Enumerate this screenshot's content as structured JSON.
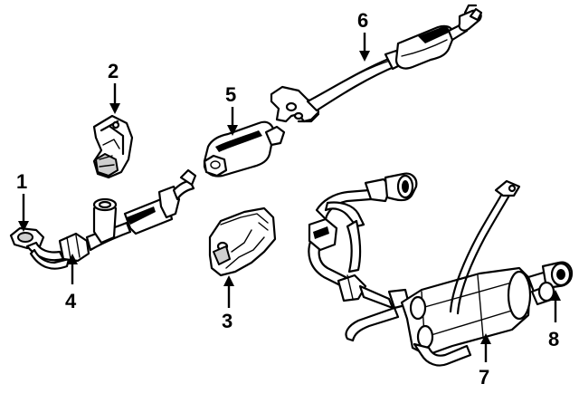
{
  "callouts": [
    {
      "id": "1",
      "label": "1"
    },
    {
      "id": "2",
      "label": "2"
    },
    {
      "id": "3",
      "label": "3"
    },
    {
      "id": "4",
      "label": "4"
    },
    {
      "id": "5",
      "label": "5"
    },
    {
      "id": "6",
      "label": "6"
    },
    {
      "id": "7",
      "label": "7"
    },
    {
      "id": "8",
      "label": "8"
    }
  ],
  "parts": [
    {
      "callout": "1",
      "icon": "front-pipe-flange-icon"
    },
    {
      "callout": "2",
      "icon": "heat-shield-upper-icon"
    },
    {
      "callout": "3",
      "icon": "heat-shield-lower-icon"
    },
    {
      "callout": "4",
      "icon": "front-exhaust-pipe-icon"
    },
    {
      "callout": "5",
      "icon": "catalytic-converter-icon"
    },
    {
      "callout": "6",
      "icon": "intermediate-pipe-resonator-icon"
    },
    {
      "callout": "7",
      "icon": "muffler-assembly-icon"
    },
    {
      "callout": "8",
      "icon": "tail-pipe-tip-icon"
    }
  ]
}
